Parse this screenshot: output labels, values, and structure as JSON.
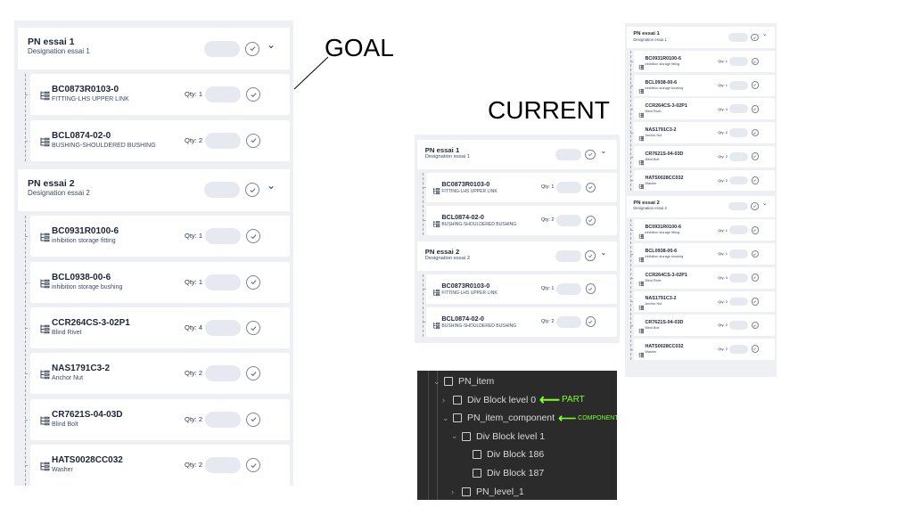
{
  "labels": {
    "goal": "GOAL",
    "current": "CURRENT"
  },
  "goal_panel": {
    "sections": [
      {
        "title": "PN essai 1",
        "subtitle": "Designation essai 1",
        "items": [
          {
            "part": "BC0873R0103-0",
            "desc": "FITTING-LHS UPPER LINK",
            "qty": "Qty: 1"
          },
          {
            "part": "BCL0874-02-0",
            "desc": "BUSHING-SHOULDERED BUSHING",
            "qty": "Qty: 2"
          }
        ]
      },
      {
        "title": "PN essai 2",
        "subtitle": "Designation essai 2",
        "items": [
          {
            "part": "BC0931R0100-6",
            "desc": "inhibition storage fitting",
            "qty": "Qty: 1"
          },
          {
            "part": "BCL0938-00-6",
            "desc": "inhibition storage bushing",
            "qty": "Qty: 1"
          },
          {
            "part": "CCR264CS-3-02P1",
            "desc": "Blind Rivet",
            "qty": "Qty: 4"
          },
          {
            "part": "NAS1791C3-2",
            "desc": "Anchor Nut",
            "qty": "Qty: 2"
          },
          {
            "part": "CR7621S-04-03D",
            "desc": "Blind Bolt",
            "qty": "Qty: 2"
          },
          {
            "part": "HATS0028CC032",
            "desc": "Washer",
            "qty": "Qty: 2"
          }
        ]
      }
    ]
  },
  "current_panel": {
    "sections": [
      {
        "title": "PN essai 1",
        "subtitle": "Designation essai 1",
        "items": [
          {
            "part": "BC0873R0103-0",
            "desc": "FITTING-LHS UPPER LINK",
            "qty": "Qty: 1"
          },
          {
            "part": "BCL0874-02-0",
            "desc": "BUSHING-SHOULDERED BUSHING",
            "qty": "Qty: 2"
          }
        ]
      },
      {
        "title": "PN essai 2",
        "subtitle": "Designation essai 2",
        "items": [
          {
            "part": "BC0873R0103-0",
            "desc": "FITTING-LHS UPPER LINK",
            "qty": "Qty: 1"
          },
          {
            "part": "BCL0874-02-0",
            "desc": "BUSHING-SHOULDERED BUSHING",
            "qty": "Qty: 2"
          }
        ]
      }
    ]
  },
  "small_panel": {
    "sections": [
      {
        "title": "PN essai 1",
        "subtitle": "Designation essai 1",
        "items": [
          {
            "part": "BC0931R0100-6",
            "desc": "inhibition storage fitting",
            "qty": "Qty: 1"
          },
          {
            "part": "BCL0938-00-6",
            "desc": "inhibition storage bushing",
            "qty": "Qty: 1"
          },
          {
            "part": "CCR264CS-3-02P1",
            "desc": "Blind Rivet",
            "qty": "Qty: 4"
          },
          {
            "part": "NAS1791C3-2",
            "desc": "Anchor Nut",
            "qty": "Qty: 2"
          },
          {
            "part": "CR7621S-04-03D",
            "desc": "Blind Bolt",
            "qty": "Qty: 2"
          },
          {
            "part": "HATS0028CC032",
            "desc": "Washer",
            "qty": "Qty: 2"
          }
        ]
      },
      {
        "title": "PN essai 2",
        "subtitle": "Designation essai 2",
        "items": [
          {
            "part": "BC0931R0100-6",
            "desc": "inhibition storage fitting",
            "qty": "Qty: 1"
          },
          {
            "part": "BCL0938-00-6",
            "desc": "inhibition storage bushing",
            "qty": "Qty: 1"
          },
          {
            "part": "CCR264CS-3-02P1",
            "desc": "Blind Rivet",
            "qty": "Qty: 4"
          },
          {
            "part": "NAS1791C3-2",
            "desc": "Anchor Nut",
            "qty": "Qty: 2"
          },
          {
            "part": "CR7621S-04-03D",
            "desc": "Blind Bolt",
            "qty": "Qty: 2"
          },
          {
            "part": "HATS0028CC032",
            "desc": "Washer",
            "qty": "Qty: 2"
          }
        ]
      }
    ]
  },
  "navigator": {
    "rows": [
      {
        "label": "PN_item",
        "caret": "⌄",
        "annotation": ""
      },
      {
        "label": "Div Block level 0",
        "caret": "›",
        "annotation": "PART"
      },
      {
        "label": "PN_item_component",
        "caret": "⌄",
        "annotation": "COMPONENT"
      },
      {
        "label": "Div Block level 1",
        "caret": "⌄",
        "annotation": ""
      },
      {
        "label": "Div Block 186",
        "caret": "",
        "annotation": ""
      },
      {
        "label": "Div Block 187",
        "caret": "",
        "annotation": ""
      },
      {
        "label": "PN_level_1",
        "caret": "›",
        "annotation": ""
      }
    ]
  },
  "icons": {
    "check": "check-circle-icon",
    "chevron": "chevron-down-icon",
    "tree": "tree-structure-icon",
    "arrow": "arrow-left-icon",
    "checkbox": "checkbox-icon"
  },
  "colors": {
    "panel_bg": "#eef0f4",
    "card_bg": "#ffffff",
    "navigator_bg": "#2b2b2b",
    "annotation_green": "#7cff2e"
  }
}
